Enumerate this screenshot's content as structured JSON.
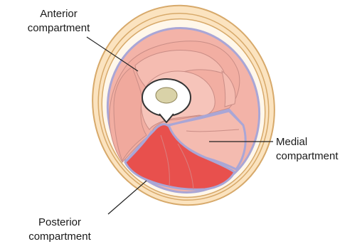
{
  "labels": {
    "anterior": {
      "line1": "Anterior",
      "line2": "compartment"
    },
    "medial": {
      "line1": "Medial",
      "line2": "compartment"
    },
    "posterior": {
      "line1": "Posterior",
      "line2": "compartment"
    }
  },
  "colors": {
    "skin": "#fbe3bf",
    "skin_outline": "#d7a96a",
    "fat": "#fff7ea",
    "anterior_muscle": "#f3b3a8",
    "medial_muscle": "#f4bbb0",
    "posterior_muscle": "#e8504d",
    "fascia": "#a9a6d6",
    "bone_cortex": "#ffffff",
    "bone_marrow": "#d9d2a8",
    "leader_line": "#222222"
  }
}
